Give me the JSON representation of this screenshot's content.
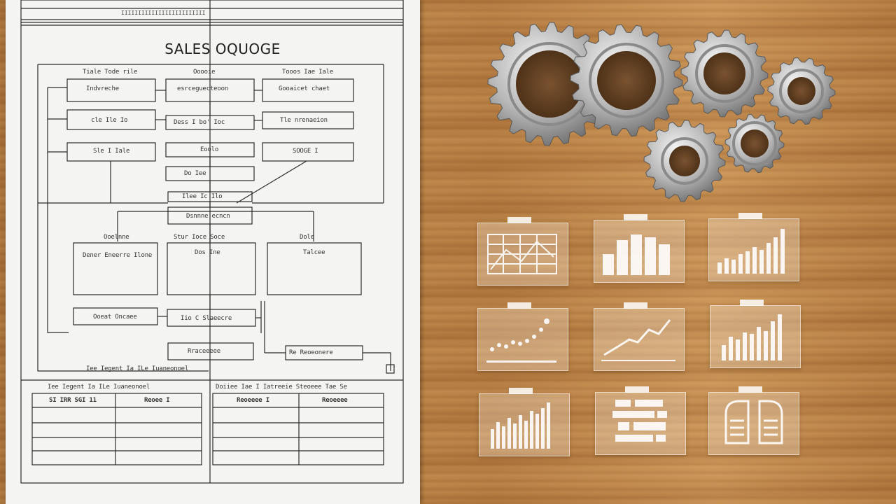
{
  "document": {
    "title": "SALES OQUOGE",
    "header_text": "IIIIIIIIIIIIIIIIIIIIIIIII",
    "flow_labels": [
      "Tiale Tode rile",
      "Ooooie",
      "Tooos Iae Iale",
      "Indvreche",
      "esrceguecteoon",
      "Gooaicet chaet",
      "cle Ile Io",
      "Dess I bo' Ioc",
      "Tle nrenaeion",
      "Sle I Iale",
      "Eoolo",
      "SOOGE I",
      "Do Iee",
      "Ilee Ic Ilo",
      "Dsnnne ecncn",
      "Stur Ioce Soce",
      "Ooelnne",
      "Dole",
      "Dener Eneerre Ilone",
      "Dos Ine",
      "Talcee",
      "Ooeat Oncaee",
      "Iio C Slaeecre",
      "Rraceeeee",
      "Re Reoeonere"
    ],
    "footer_captions": [
      "Iee Iegent Ia ILe Iuaneonoel",
      "Doiiee Iae I Iatreeie Steoeee Tae Se"
    ],
    "table_left_headers": [
      "SI IRR SGI 11",
      "Reoee I"
    ],
    "table_right_headers": [
      "Reoeeee I",
      "Reoeeee"
    ]
  }
}
